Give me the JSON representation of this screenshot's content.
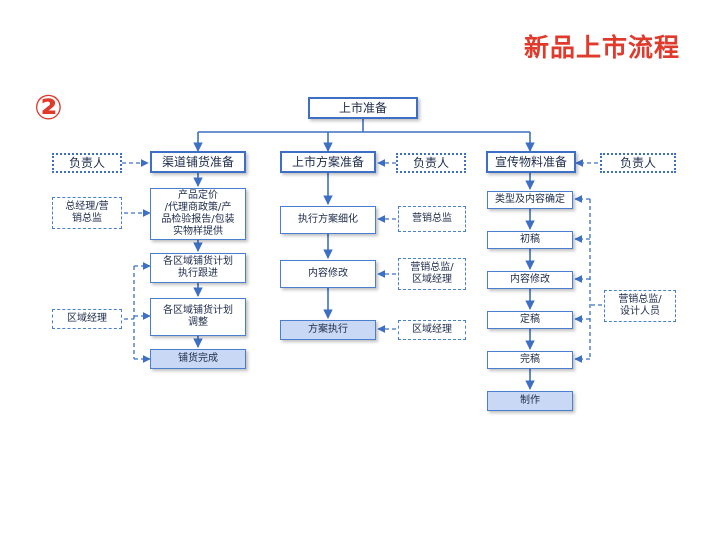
{
  "title": "新品上市流程",
  "step_badge": "②",
  "colors": {
    "accent": "#e03a2c",
    "line": "#3d6fc4",
    "fill": "#c9d9f5"
  },
  "top": {
    "label": "上市准备"
  },
  "col1": {
    "header": "渠道铺货准备",
    "owner": "负责人",
    "steps": [
      "产品定价\n/代理商政策/产\n品检验报告/包装\n实物样提供",
      "各区域铺货计划\n执行跟进",
      "各区域铺货计划\n调整",
      "铺货完成"
    ],
    "side1": "总经理/营\n销总监",
    "side2": "区域经理"
  },
  "col2": {
    "header": "上市方案准备",
    "owner": "负责人",
    "steps": [
      "执行方案细化",
      "内容修改",
      "方案执行"
    ],
    "side": [
      "营销总监",
      "营销总监/\n区域经理",
      "区域经理"
    ]
  },
  "col3": {
    "header": "宣传物料准备",
    "owner": "负责人",
    "steps": [
      "类型及内容确定",
      "初稿",
      "内容修改",
      "定稿",
      "完稿",
      "制作"
    ],
    "side": "营销总监/\n设计人员"
  }
}
